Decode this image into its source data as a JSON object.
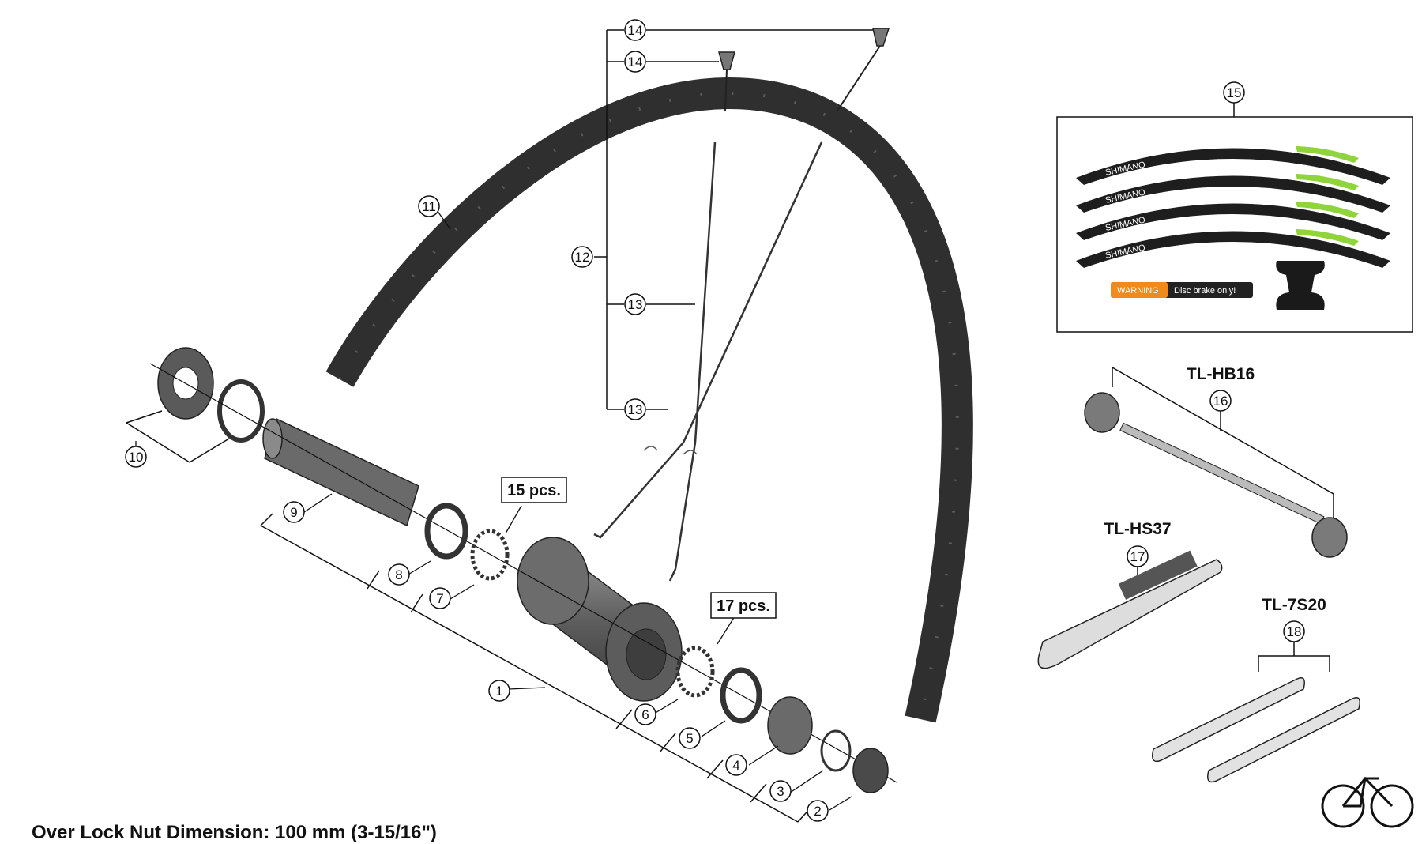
{
  "callouts": {
    "c1": "1",
    "c2": "2",
    "c3": "3",
    "c4": "4",
    "c5": "5",
    "c6": "6",
    "c7": "7",
    "c8": "8",
    "c9": "9",
    "c10": "10",
    "c11": "11",
    "c12": "12",
    "c13a": "13",
    "c13b": "13",
    "c14a": "14",
    "c14b": "14",
    "c15": "15",
    "c16": "16",
    "c17": "17",
    "c18": "18"
  },
  "quantities": {
    "q15": "15 pcs.",
    "q17": "17 pcs."
  },
  "tools": {
    "t16": "TL-HB16",
    "t17": "TL-HS37",
    "t18": "TL-7S20"
  },
  "decals": {
    "brand": "SHIMANO",
    "warning": "WARNING",
    "disc": "Disc brake only!"
  },
  "footer": {
    "text": "Over Lock Nut Dimension: 100 mm (3-15/16\")"
  },
  "colors": {
    "rim": "#3a3a3a",
    "line": "#111111",
    "decal_accent": "#8fd43a",
    "warning": "#f08a1c"
  },
  "icons": {
    "corner": "bicycle-icon"
  }
}
